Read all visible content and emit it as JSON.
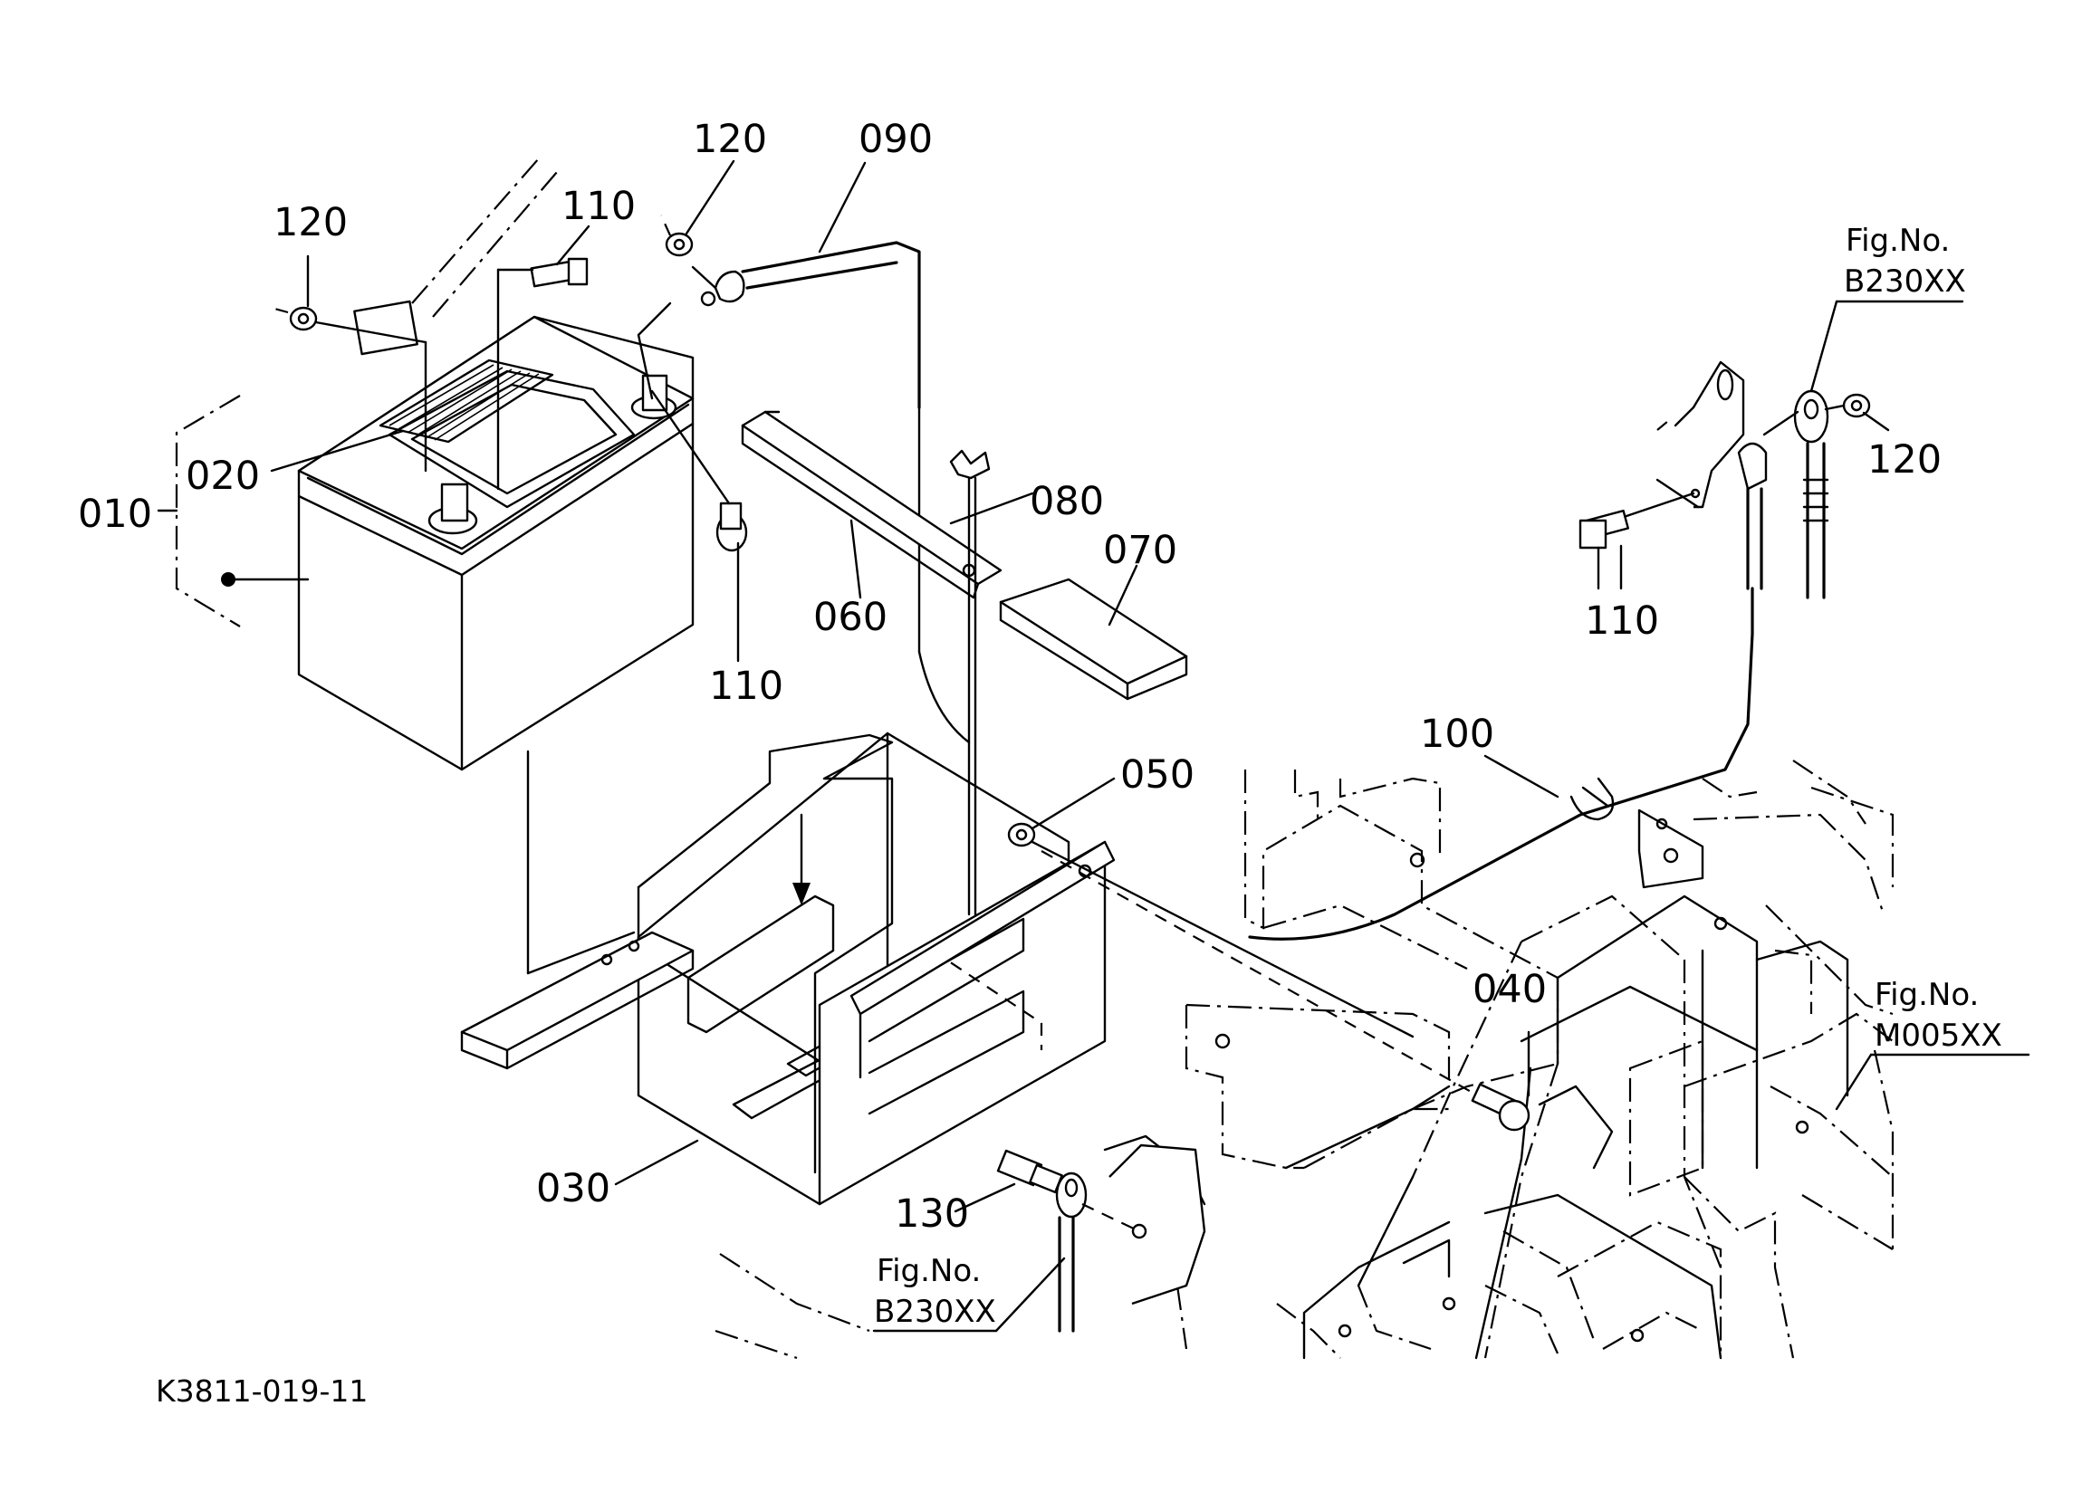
{
  "diagram": {
    "callouts": {
      "c010": "010",
      "c020": "020",
      "c030": "030",
      "c040": "040",
      "c050": "050",
      "c060": "060",
      "c070": "070",
      "c080": "080",
      "c090": "090",
      "c100": "100",
      "c110a": "110",
      "c110b": "110",
      "c110c": "110",
      "c120a": "120",
      "c120b": "120",
      "c120c": "120",
      "c130": "130"
    },
    "fig_refs": {
      "ref1_title": "Fig.No.",
      "ref1_code": "B230XX",
      "ref2_title": "Fig.No.",
      "ref2_code": "M005XX",
      "ref3_title": "Fig.No.",
      "ref3_code": "B230XX"
    },
    "drawing_code": "K3811-019-11"
  }
}
